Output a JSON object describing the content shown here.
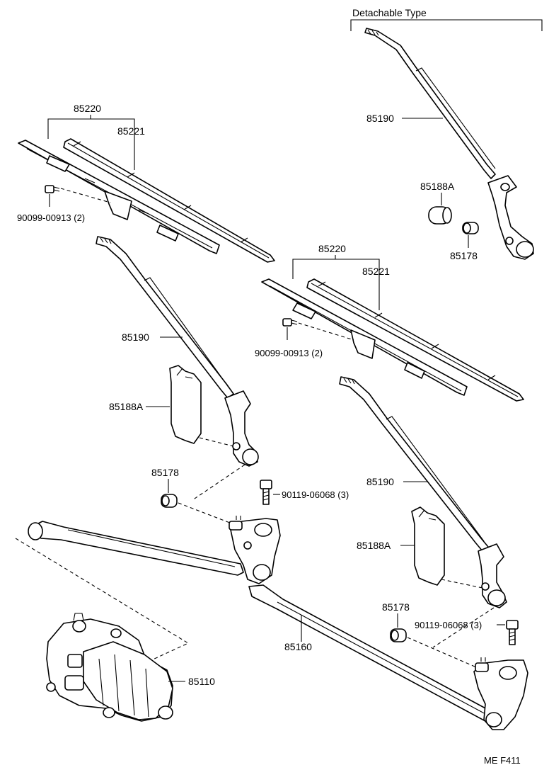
{
  "header": {
    "detachable_label": "Detachable Type"
  },
  "labels": {
    "blade_assy_left": "85220",
    "blade_insert_left": "85221",
    "screw_left": "90099-00913 (2)",
    "blade_assy_right": "85220",
    "blade_insert_right": "85221",
    "screw_right": "90099-00913 (2)",
    "arm_detachable": "85190",
    "cover_detachable": "85188A",
    "nut_detachable": "85178",
    "arm_left": "85190",
    "cover_left": "85188A",
    "nut_left": "85178",
    "bolt_left": "90119-06068 (3)",
    "arm_right": "85190",
    "cover_right": "85188A",
    "nut_right": "85178",
    "bolt_right": "90119-06068 (3)",
    "link_assy": "85160",
    "motor": "85110"
  },
  "footer": {
    "code": "ME  F411"
  }
}
